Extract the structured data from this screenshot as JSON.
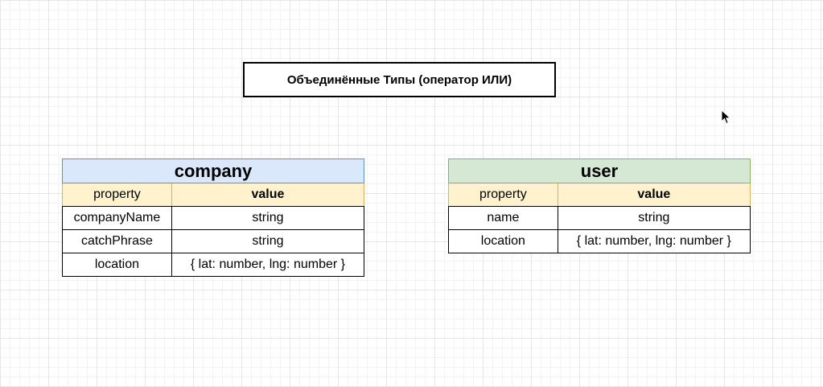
{
  "title": "Объединённые Типы (оператор ИЛИ)",
  "tables": {
    "company": {
      "name": "company",
      "header": {
        "property": "property",
        "value": "value"
      },
      "rows": [
        {
          "property": "companyName",
          "value": "string"
        },
        {
          "property": "catchPhrase",
          "value": "string"
        },
        {
          "property": "location",
          "value": "{ lat: number, lng: number }"
        }
      ]
    },
    "user": {
      "name": "user",
      "header": {
        "property": "property",
        "value": "value"
      },
      "rows": [
        {
          "property": "name",
          "value": "string"
        },
        {
          "property": "location",
          "value": "{ lat: number, lng: number }"
        }
      ]
    }
  },
  "colors": {
    "company_header": "#dae8fc",
    "user_header": "#d5e8d4",
    "subheader": "#fff2cc",
    "grid": "#e6e6e6"
  },
  "icons": {
    "cursor": "mouse-pointer-icon"
  }
}
